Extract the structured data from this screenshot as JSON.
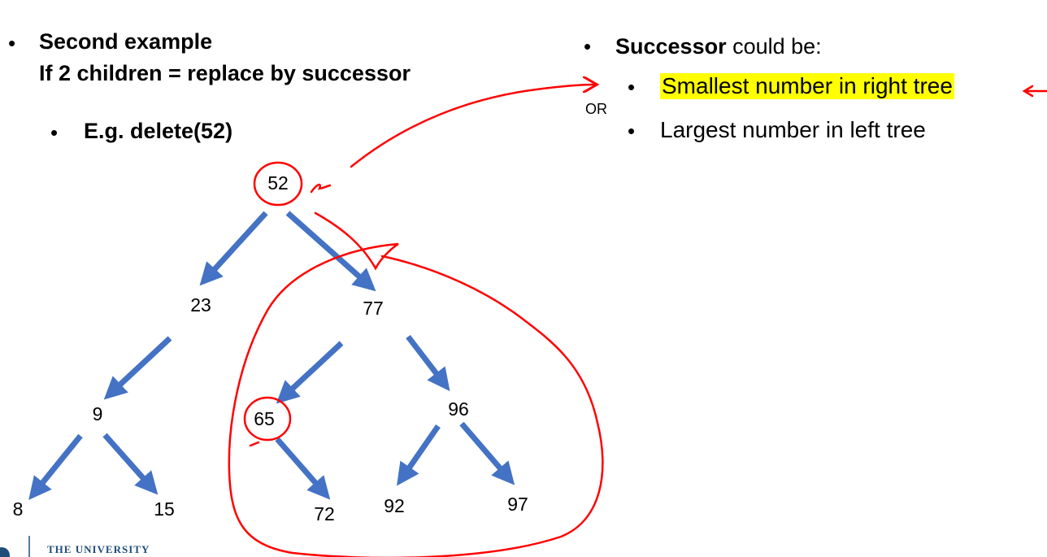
{
  "left_text": {
    "bullet1_line1": "Second example",
    "bullet1_line2": "If 2 children = replace by successor",
    "bullet2": "E.g. delete(52)"
  },
  "right_text": {
    "bullet1_bold": "Successor",
    "bullet1_rest": " could be:",
    "option1": "Smallest number in right tree",
    "or_label": "OR",
    "option2": "Largest number in left tree"
  },
  "tree": {
    "nodes": [
      {
        "id": "n52",
        "label": "52"
      },
      {
        "id": "n23",
        "label": "23"
      },
      {
        "id": "n77",
        "label": "77"
      },
      {
        "id": "n9",
        "label": "9"
      },
      {
        "id": "n65",
        "label": "65"
      },
      {
        "id": "n96",
        "label": "96"
      },
      {
        "id": "n8",
        "label": "8"
      },
      {
        "id": "n15",
        "label": "15"
      },
      {
        "id": "n72",
        "label": "72"
      },
      {
        "id": "n92",
        "label": "92"
      },
      {
        "id": "n97",
        "label": "97"
      }
    ],
    "edges": [
      {
        "from": "52",
        "to": "23"
      },
      {
        "from": "52",
        "to": "77"
      },
      {
        "from": "23",
        "to": "9"
      },
      {
        "from": "77",
        "to": "65"
      },
      {
        "from": "77",
        "to": "96"
      },
      {
        "from": "9",
        "to": "8"
      },
      {
        "from": "9",
        "to": "15"
      },
      {
        "from": "65",
        "to": "72"
      },
      {
        "from": "96",
        "to": "92"
      },
      {
        "from": "96",
        "to": "97"
      }
    ],
    "arrow_color": "#4472c4",
    "annotation_color": "#ff0000"
  },
  "footer": {
    "logo_text": "THE UNIVERSITY"
  }
}
